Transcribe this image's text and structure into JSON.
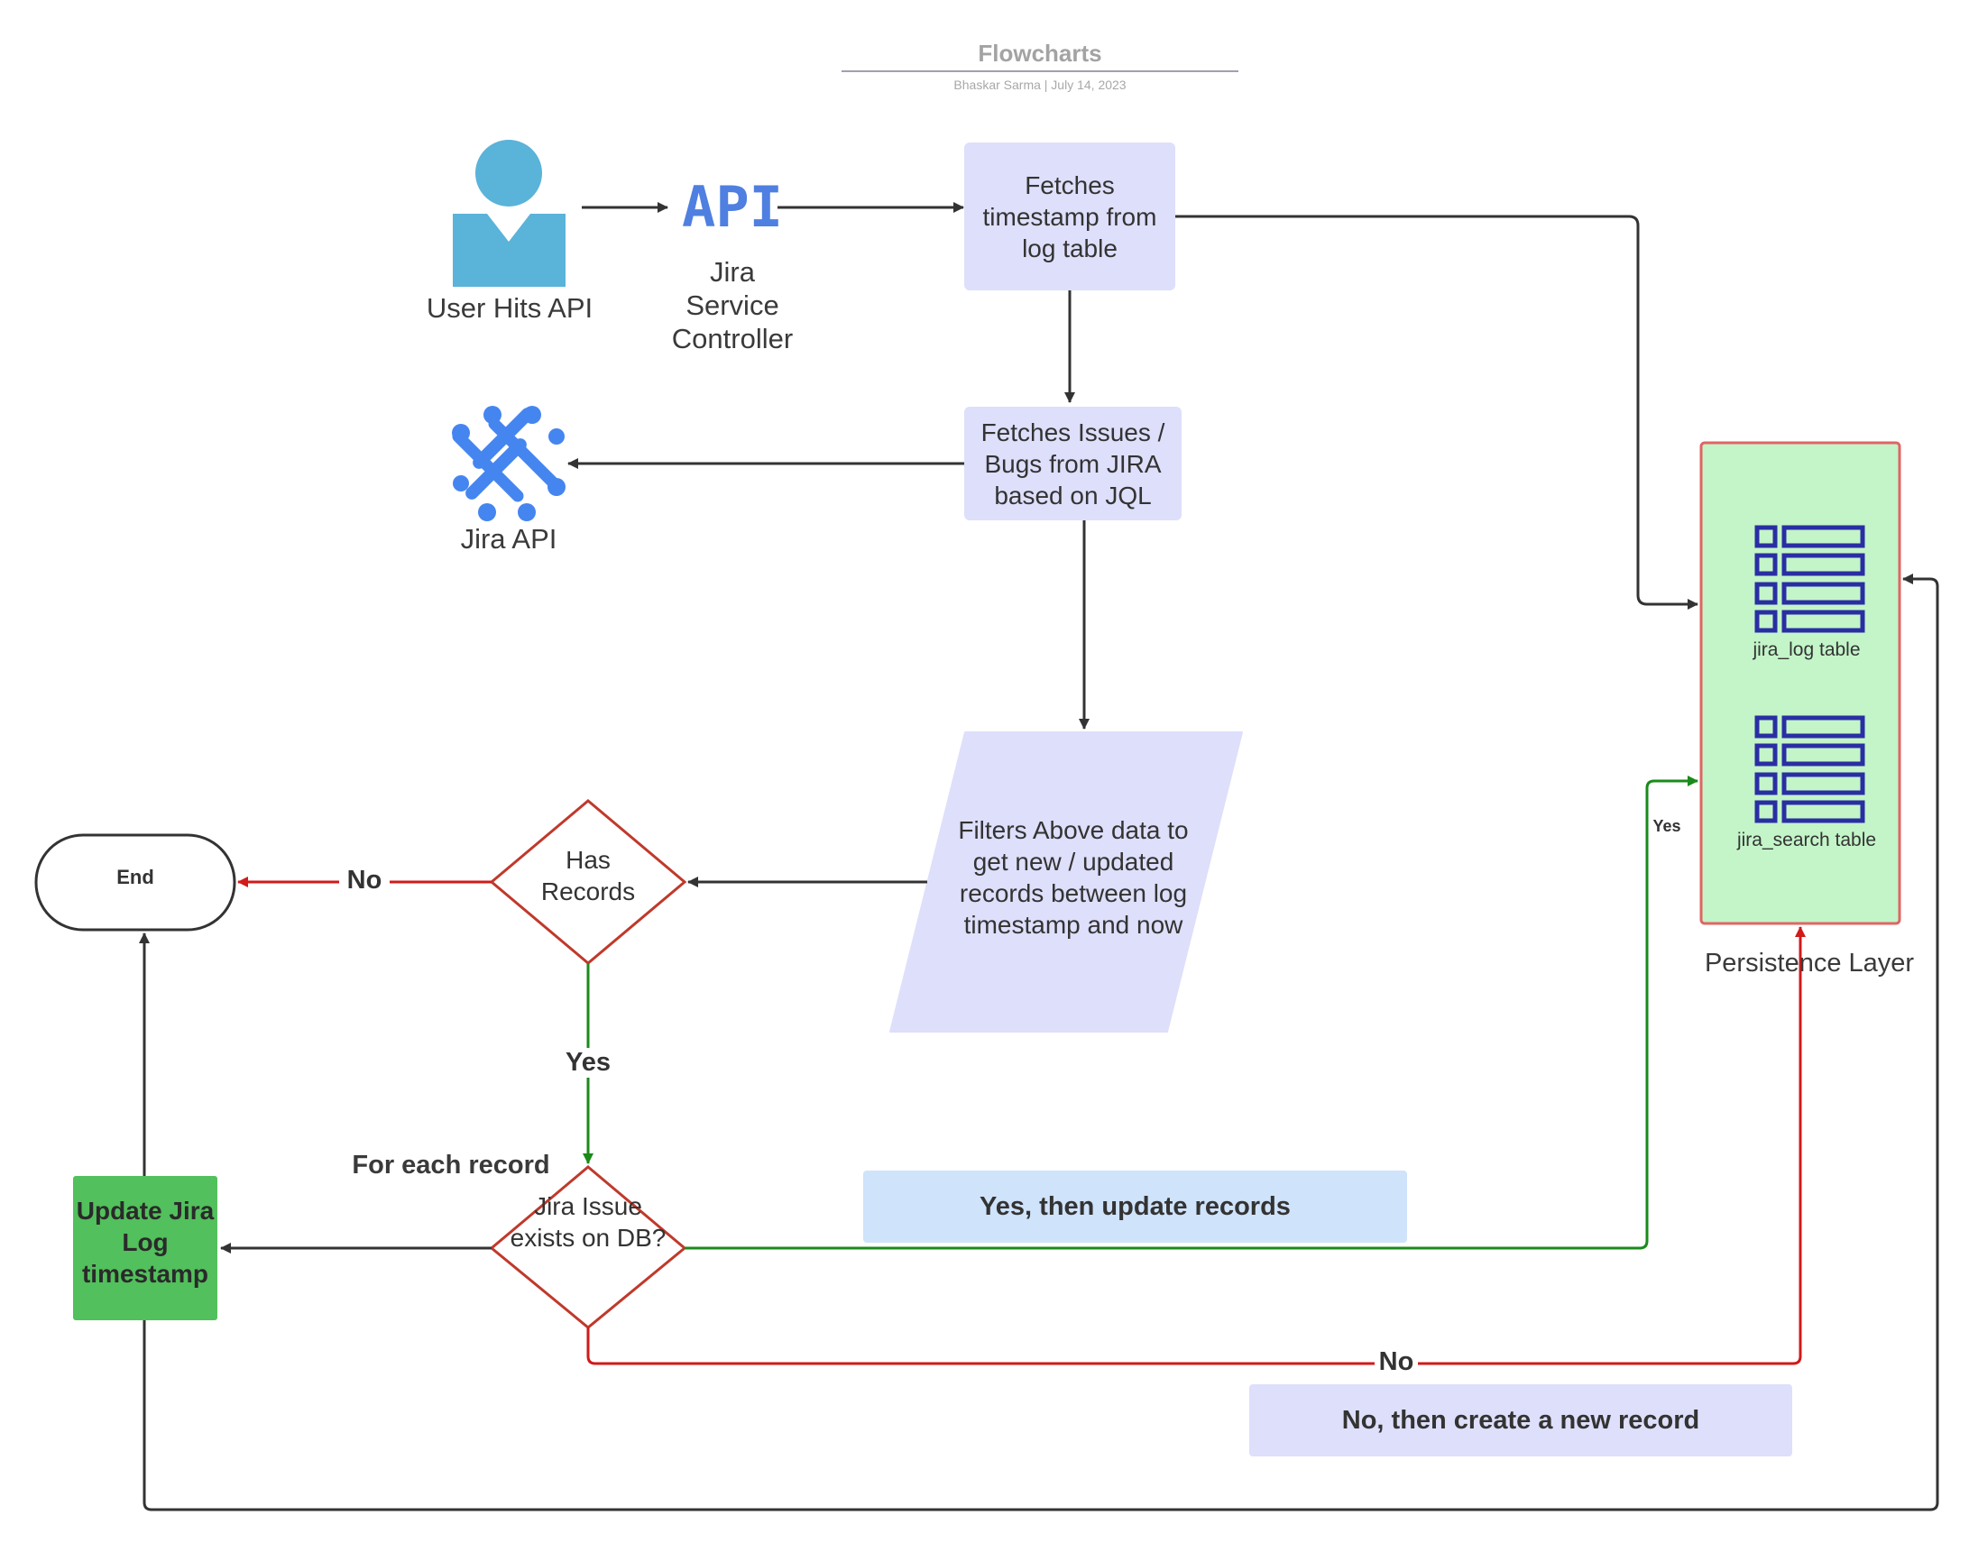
{
  "header": {
    "title": "Flowcharts",
    "subtitle": "Bhaskar Sarma  |  July 14, 2023"
  },
  "nodes": {
    "user": "User Hits API",
    "api_icon_text": "API",
    "controller": "Jira Service Controller",
    "fetch_timestamp": "Fetches timestamp from log table",
    "fetch_issues": "Fetches Issues / Bugs from JIRA based on JQL",
    "jira_api": "Jira API",
    "filter": "Filters Above data to get new / updated records between log timestamp and now",
    "has_records": "Has Records",
    "end": "End",
    "issue_exists": "Jira Issue exists on DB?",
    "update_log": "Update Jira Log timestamp",
    "jira_log_table": "jira_log table",
    "jira_search_table": "jira_search table",
    "persistence": "Persistence Layer"
  },
  "edge_labels": {
    "no_has_records": "No",
    "yes_has_records": "Yes",
    "for_each": "For each record",
    "yes_small": "Yes",
    "no_issue": "No"
  },
  "notes": {
    "yes_update": "Yes, then update records",
    "no_create": "No, then create a new record"
  },
  "colors": {
    "process_fill": "#dedffb",
    "note_blue": "#cfe3fb",
    "decision_border": "#c0392b",
    "yes_green": "#1a8a1a",
    "no_red": "#d11a1a",
    "update_fill": "#52c05c",
    "persistence_fill": "#c3f5c8",
    "persistence_border": "#e06565",
    "table_icon": "#2a2ea3",
    "user_icon": "#5ab3d9",
    "jira_icon": "#4585f0",
    "api_text": "#4f7fe0"
  }
}
